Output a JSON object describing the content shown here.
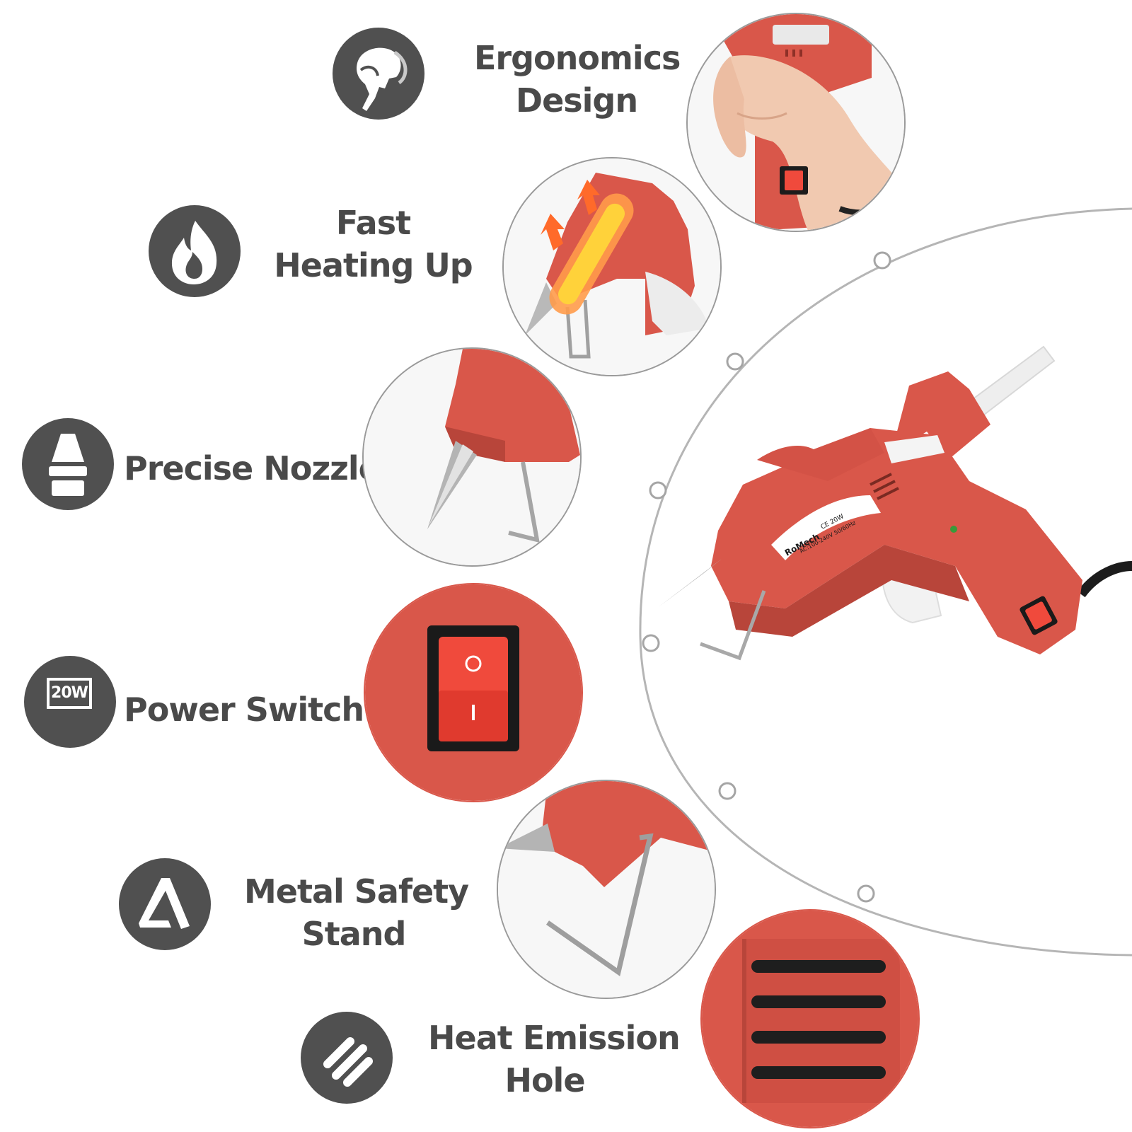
{
  "features": [
    {
      "id": "ergonomics",
      "lines": [
        "Ergonomics",
        "Design"
      ],
      "icon": "hand-grip-icon"
    },
    {
      "id": "heating",
      "lines": [
        "Fast",
        "Heating Up"
      ],
      "icon": "flame-icon"
    },
    {
      "id": "nozzle",
      "lines": [
        "Precise Nozzle"
      ],
      "icon": "nozzle-icon"
    },
    {
      "id": "switch",
      "lines": [
        "Power Switch"
      ],
      "icon": "wattage-icon",
      "badge": "20W"
    },
    {
      "id": "stand",
      "lines": [
        "Metal Safety",
        "Stand"
      ],
      "icon": "stand-icon"
    },
    {
      "id": "vents",
      "lines": [
        "Heat Emission",
        "Hole"
      ],
      "icon": "vent-lines-icon"
    }
  ],
  "product": {
    "brand": "RoMech",
    "rating_line1": "CE 20W",
    "rating_line2": "AC:100-240V 50/60Hz"
  },
  "colors": {
    "icon_bg": "#505050",
    "label_text": "#4a4a4a",
    "gun_body": "#d9574a",
    "gun_shadow": "#b8453a",
    "switch_red": "#f04a3c",
    "outline": "#9a9a9a"
  }
}
